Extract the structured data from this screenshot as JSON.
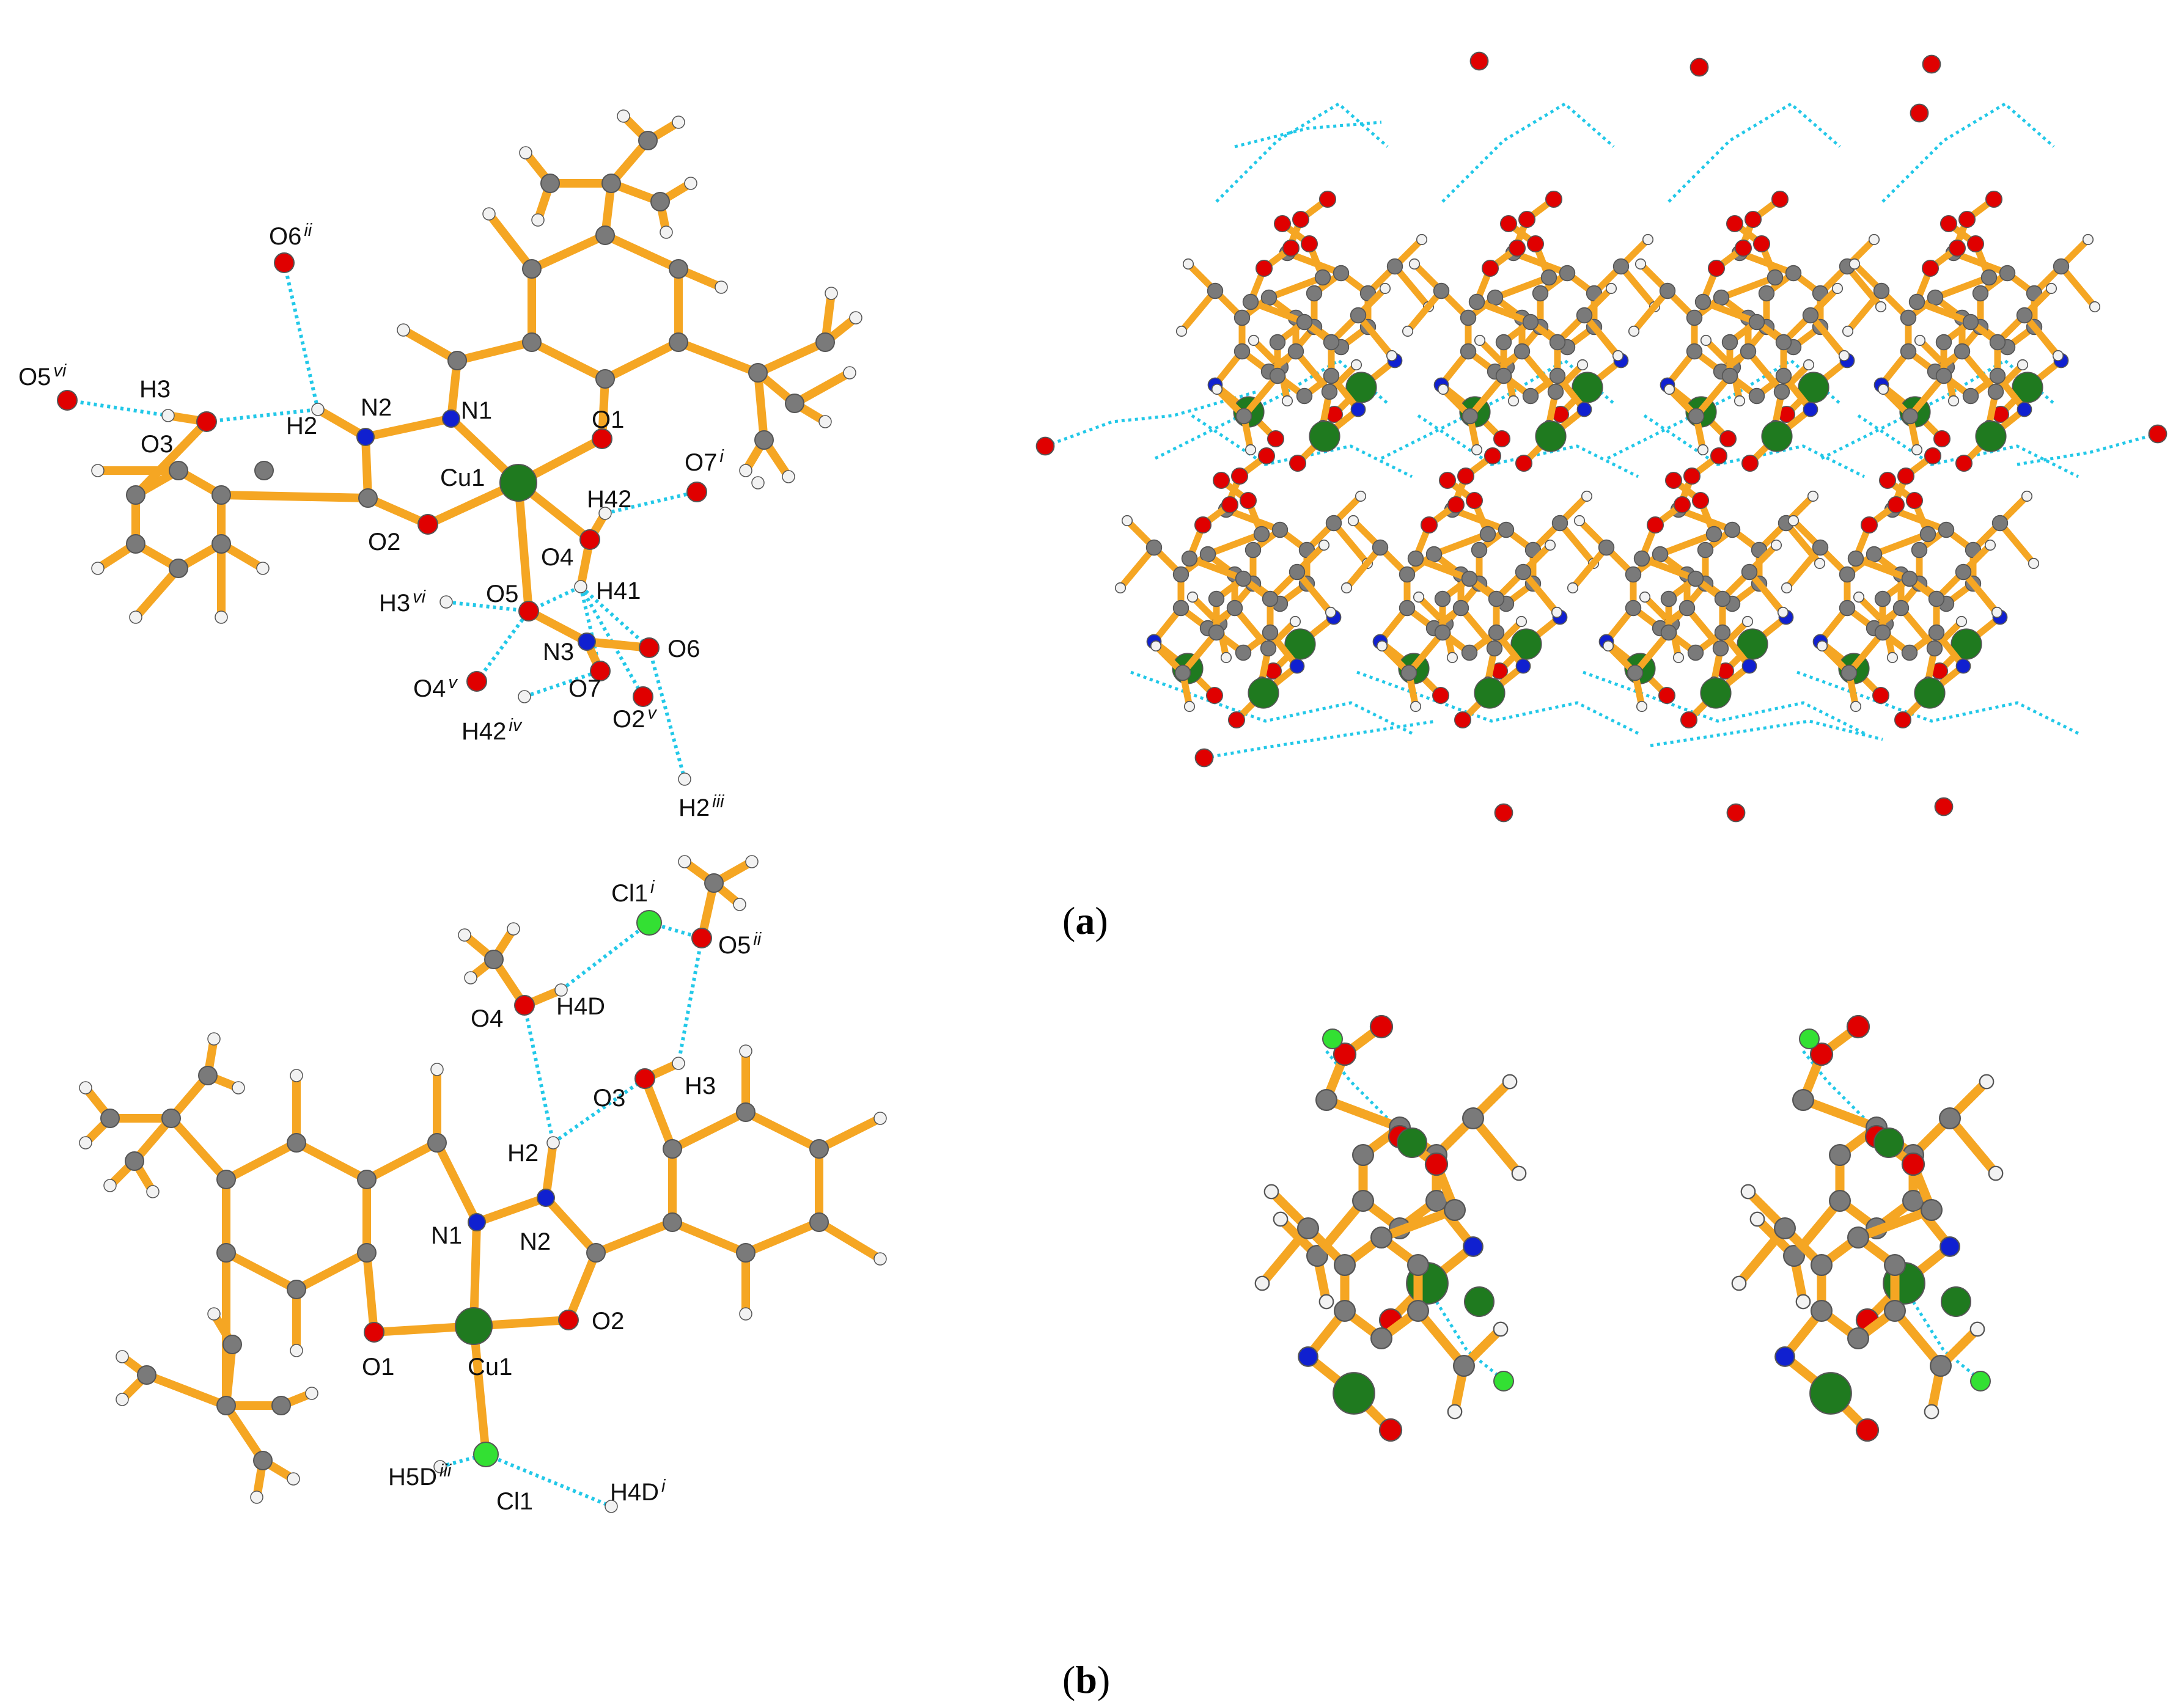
{
  "colors": {
    "bond": "#F5A623",
    "bond_edge": "#C67A10",
    "carbon": "#7A7A7A",
    "hydrogen": "#F2F2F2",
    "oxygen": "#E00000",
    "nitrogen": "#1020D0",
    "copper": "#1F7A1F",
    "chlorine": "#33E033",
    "hbond": "#22C8E8"
  },
  "captions": {
    "a": {
      "open": "(",
      "letter": "a",
      "close": ")"
    },
    "b": {
      "open": "(",
      "letter": "b",
      "close": ")"
    }
  },
  "panel_a_labels": [
    {
      "id": "O6ii",
      "base": "O6",
      "sup": "ii"
    },
    {
      "id": "O5vi",
      "base": "O5",
      "sup": "vi"
    },
    {
      "id": "H3",
      "base": "H3",
      "sup": ""
    },
    {
      "id": "O3",
      "base": "O3",
      "sup": ""
    },
    {
      "id": "H2",
      "base": "H2",
      "sup": ""
    },
    {
      "id": "N2",
      "base": "N2",
      "sup": ""
    },
    {
      "id": "N1",
      "base": "N1",
      "sup": ""
    },
    {
      "id": "O1",
      "base": "O1",
      "sup": ""
    },
    {
      "id": "Cu1",
      "base": "Cu1",
      "sup": ""
    },
    {
      "id": "O2",
      "base": "O2",
      "sup": ""
    },
    {
      "id": "H42",
      "base": "H42",
      "sup": ""
    },
    {
      "id": "O7i",
      "base": "O7",
      "sup": "i"
    },
    {
      "id": "O4",
      "base": "O4",
      "sup": ""
    },
    {
      "id": "H3vi",
      "base": "H3",
      "sup": "vi"
    },
    {
      "id": "O5",
      "base": "O5",
      "sup": ""
    },
    {
      "id": "H41",
      "base": "H41",
      "sup": ""
    },
    {
      "id": "N3",
      "base": "N3",
      "sup": ""
    },
    {
      "id": "O6",
      "base": "O6",
      "sup": ""
    },
    {
      "id": "O4v",
      "base": "O4",
      "sup": "v"
    },
    {
      "id": "O7",
      "base": "O7",
      "sup": ""
    },
    {
      "id": "H42iv",
      "base": "H42",
      "sup": "iv"
    },
    {
      "id": "O2v",
      "base": "O2",
      "sup": "v"
    },
    {
      "id": "H2iii",
      "base": "H2",
      "sup": "iii"
    }
  ],
  "panel_b_labels": [
    {
      "id": "Cl1i",
      "base": "Cl1",
      "sup": "i"
    },
    {
      "id": "O5ii",
      "base": "O5",
      "sup": "ii"
    },
    {
      "id": "H4D",
      "base": "H4D",
      "sup": ""
    },
    {
      "id": "O4",
      "base": "O4",
      "sup": ""
    },
    {
      "id": "H3",
      "base": "H3",
      "sup": ""
    },
    {
      "id": "O3",
      "base": "O3",
      "sup": ""
    },
    {
      "id": "H2",
      "base": "H2",
      "sup": ""
    },
    {
      "id": "N1",
      "base": "N1",
      "sup": ""
    },
    {
      "id": "N2",
      "base": "N2",
      "sup": ""
    },
    {
      "id": "O2",
      "base": "O2",
      "sup": ""
    },
    {
      "id": "O1",
      "base": "O1",
      "sup": ""
    },
    {
      "id": "Cu1",
      "base": "Cu1",
      "sup": ""
    },
    {
      "id": "H5Diii",
      "base": "H5D",
      "sup": "iii"
    },
    {
      "id": "H4Di",
      "base": "H4D",
      "sup": "i"
    },
    {
      "id": "Cl1",
      "base": "Cl1",
      "sup": ""
    }
  ]
}
